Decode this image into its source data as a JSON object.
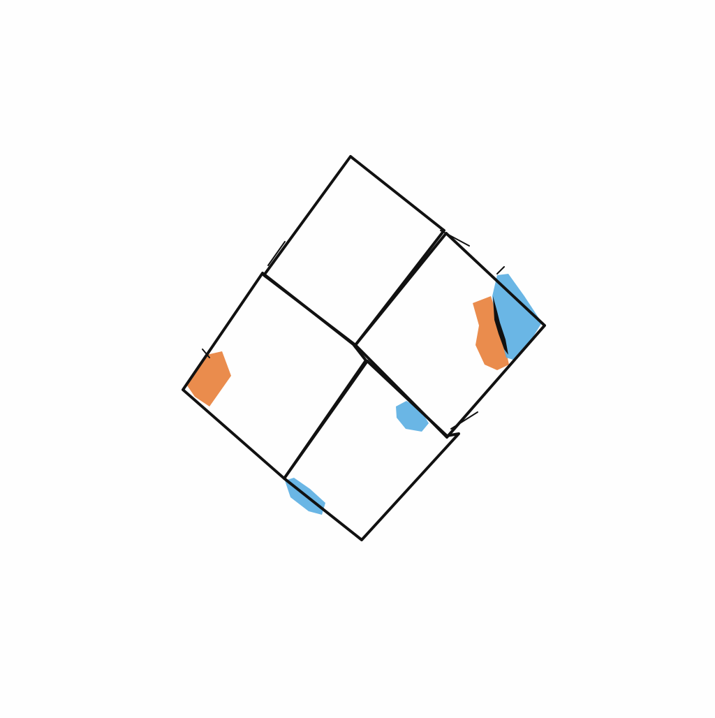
{
  "sketch": {
    "tiles": [
      {
        "id": "top"
      },
      {
        "id": "left"
      },
      {
        "id": "right"
      },
      {
        "id": "bottom"
      }
    ],
    "marks": [
      {
        "id": "left-corner",
        "color": "#e8803a"
      },
      {
        "id": "right-corner-orange",
        "color": "#e8803a"
      },
      {
        "id": "right-corner-blue",
        "color": "#5aaee2"
      },
      {
        "id": "center-blue",
        "color": "#5aaee2"
      },
      {
        "id": "bottom-blue",
        "color": "#5aaee2"
      }
    ],
    "colors": {
      "background": "#fefefe",
      "ink": "#111111",
      "orange": "#e8803a",
      "blue": "#5aaee2"
    }
  }
}
